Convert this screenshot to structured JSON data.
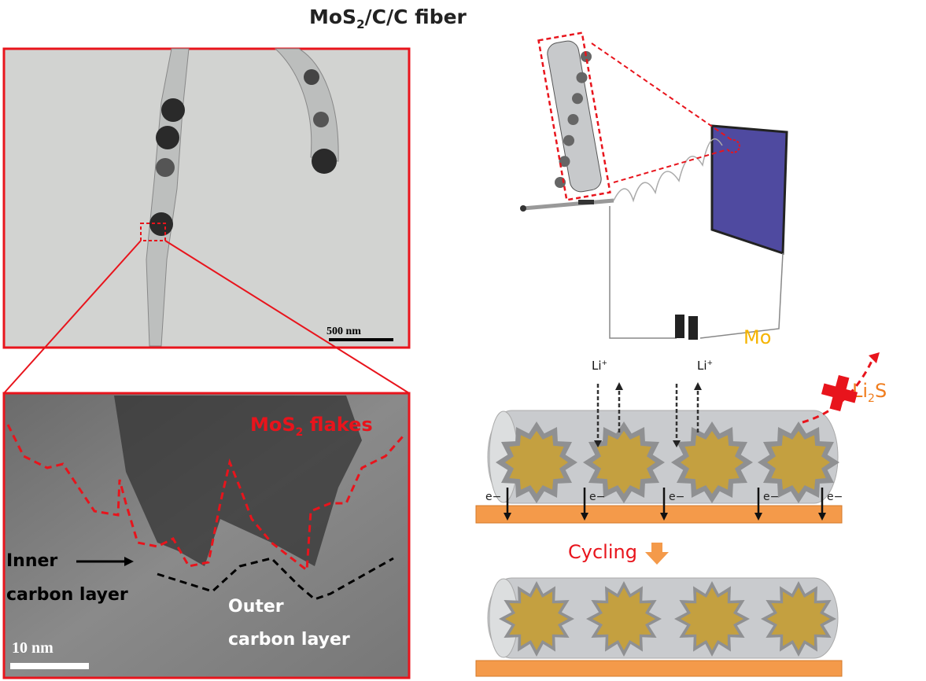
{
  "title": {
    "main": "MoS",
    "sub": "2",
    "rest": "/C/C fiber"
  },
  "tem_panel": {
    "scale_label": "500 nm"
  },
  "hrtem_panel": {
    "flakes_label": "MoS",
    "flakes_sub": "2",
    "flakes_rest": " flakes",
    "inner_line1": "Inner",
    "inner_line2": "carbon layer",
    "outer_line1": "Outer",
    "outer_line2": "carbon layer",
    "scale_label": "10 nm"
  },
  "mechanism": {
    "li_ion_1": "Li",
    "li_ion_2": "Li",
    "li_sup": "+",
    "electron_labels": [
      "e−",
      "e−",
      "e−",
      "e−",
      "e−"
    ],
    "mo_label": "Mo",
    "li2s_label": "Li",
    "li2s_sub": "2",
    "li2s_rest": "S",
    "cycling_label": "Cycling"
  },
  "colors": {
    "red": "#e8141c",
    "orange": "#f49a4a",
    "mo": "#f5b400",
    "li2s": "#f07d1e",
    "star": "#c4a040",
    "fiber": "#c9cbce"
  }
}
